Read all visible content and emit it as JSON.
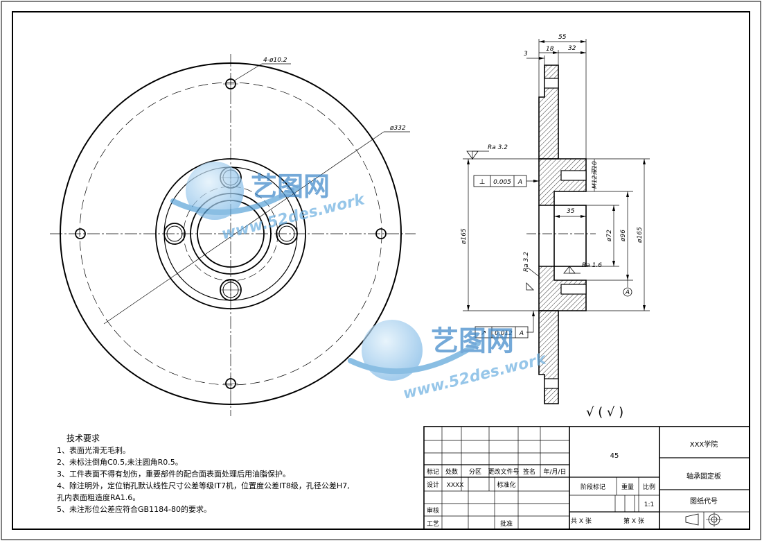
{
  "drawing": {
    "front_view": {
      "hole_callout": "4-ø10.2",
      "outer_diameter": "ø332"
    },
    "side_view": {
      "dims": {
        "total_width": "55",
        "flange": "18",
        "hub": "32",
        "offset": "3",
        "bore_depth": "35",
        "thread": "M12深10",
        "left_dia": "ø165",
        "bore_dia": "ø72",
        "register_dia": "ø96",
        "right_dia": "ø165"
      },
      "tolerances": {
        "perpendicularity": {
          "symbol": "⊥",
          "value": "0.005",
          "datum": "A"
        },
        "runout": {
          "symbol": "↗",
          "value": "0.012",
          "datum": "A"
        }
      },
      "roughness": {
        "top": "Ra 3.2",
        "left": "Ra 3.2",
        "bore": "Ra 1.6"
      },
      "datum_label": "A",
      "surface_mark": "√ ( √ )"
    },
    "watermark": {
      "brand": "艺图网",
      "url": "www.52des.work"
    }
  },
  "tech_notes": {
    "title": "技术要求",
    "lines": [
      "1、表面光滑无毛刺。",
      "2、未标注倒角C0.5,未注圆角R0.5。",
      "3、工件表面不得有划伤，重要部件的配合面表面处理后用油脂保护。",
      "4、除注明外，定位销孔默认线性尺寸公差等级IT7机，位置度公差IT8级，孔径公差H7,",
      "孔内表面粗造度RA1.6。",
      "5、未注形位公差应符合GB1184-80的要求。"
    ]
  },
  "title_block": {
    "material": "45",
    "school": "XXX学院",
    "part_name": "轴承固定板",
    "drawing_no_label": "图纸代号",
    "header_row": [
      "标记",
      "处数",
      "分区",
      "更改文件号",
      "签名",
      "年/月/日"
    ],
    "design_label": "设计",
    "designer": "XXXX",
    "standard_label": "标准化",
    "check_label": "审核",
    "process_label": "工艺",
    "approve_label": "批准",
    "stage_label": "阶段标记",
    "weight_label": "重量",
    "scale_label": "比例",
    "scale_value": "1:1",
    "sheet_total": "共  X  张",
    "sheet_no": "第  X  张"
  }
}
